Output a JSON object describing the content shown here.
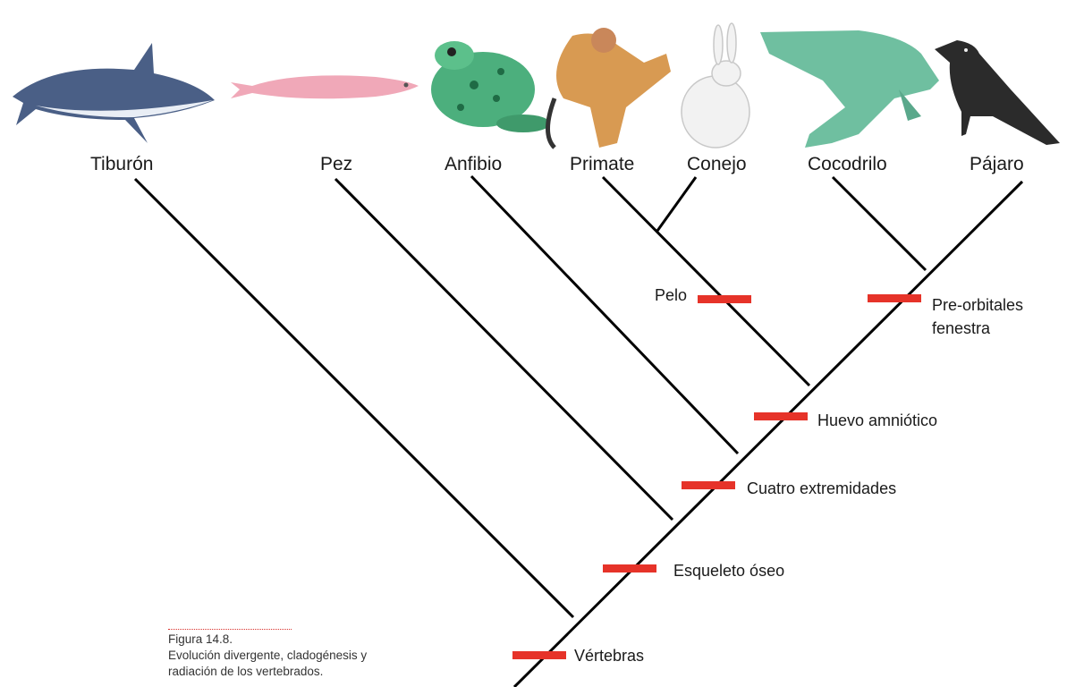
{
  "taxa": [
    "Tiburón",
    "Pez",
    "Anfibio",
    "Primate",
    "Conejo",
    "Cocodrilo",
    "Pájaro"
  ],
  "traits": {
    "hair": "Pelo",
    "preorbital_line1": "Pre-orbitales",
    "preorbital_line2": "fenestra",
    "amniotic_egg": "Huevo amniótico",
    "four_limbs": "Cuatro extremidades",
    "bony_skeleton": "Esqueleto óseo",
    "vertebrae": "Vértebras"
  },
  "caption": {
    "number": "Figura 14.8.",
    "text": "Evolución divergente, cladogénesis y radiación de los vertebrados."
  },
  "colors": {
    "line": "#000000",
    "marker": "#e63329",
    "shark": "#4a5f86",
    "fish": "#f0a8b8",
    "frog": "#4caf7d",
    "primate": "#d89a52",
    "rabbit": "#f2f2f2",
    "croc": "#6fbfa0",
    "bird": "#2b2b2b"
  }
}
